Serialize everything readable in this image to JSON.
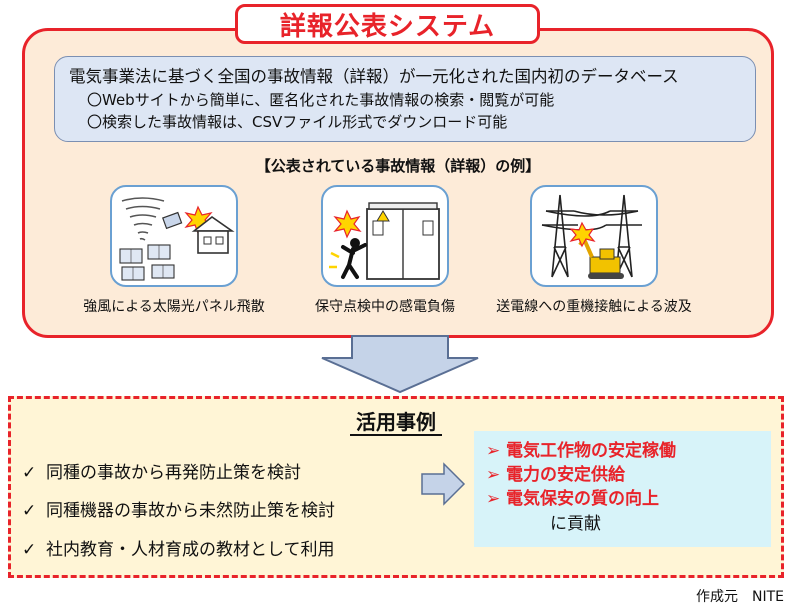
{
  "title": "詳報公表システム",
  "description": {
    "main": "電気事業法に基づく全国の事故情報（詳報）が一元化された国内初のデータベース",
    "bullets": [
      "〇Webサイトから簡単に、匿名化された事故情報の検索・閲覧が可能",
      "〇検索した事故情報は、CSVファイル形式でダウンロード可能"
    ]
  },
  "examples_heading": "【公表されている事故情報（詳報）の例】",
  "examples": [
    {
      "caption": "強風による太陽光パネル飛散",
      "icon": "tornado-solar-house-illustration"
    },
    {
      "caption": "保守点検中の感電負傷",
      "icon": "electric-shock-illustration"
    },
    {
      "caption": "送電線への重機接触による波及",
      "icon": "powerline-excavator-illustration"
    }
  ],
  "usage": {
    "title": "活用事例",
    "items": [
      "同種の事故から再発防止策を検討",
      "同種機器の事故から未然防止策を検討",
      "社内教育・人材育成の教材として利用"
    ],
    "check_mark": "✓",
    "results": [
      "電気工作物の安定稼働",
      "電力の安定供給",
      "電気保安の質の向上"
    ],
    "result_marker": "➢",
    "result_suffix": "に貢献"
  },
  "credit": "作成元　NITE",
  "colors": {
    "accent_red": "#e8232a",
    "panel_peach": "#fdebd8",
    "desc_blue": "#dde6f4",
    "card_border": "#6aa0d2",
    "bottom_yellow": "#fff5d6",
    "result_cyan": "#d7f3f9",
    "arrow_blue": "#c5d3e8"
  }
}
